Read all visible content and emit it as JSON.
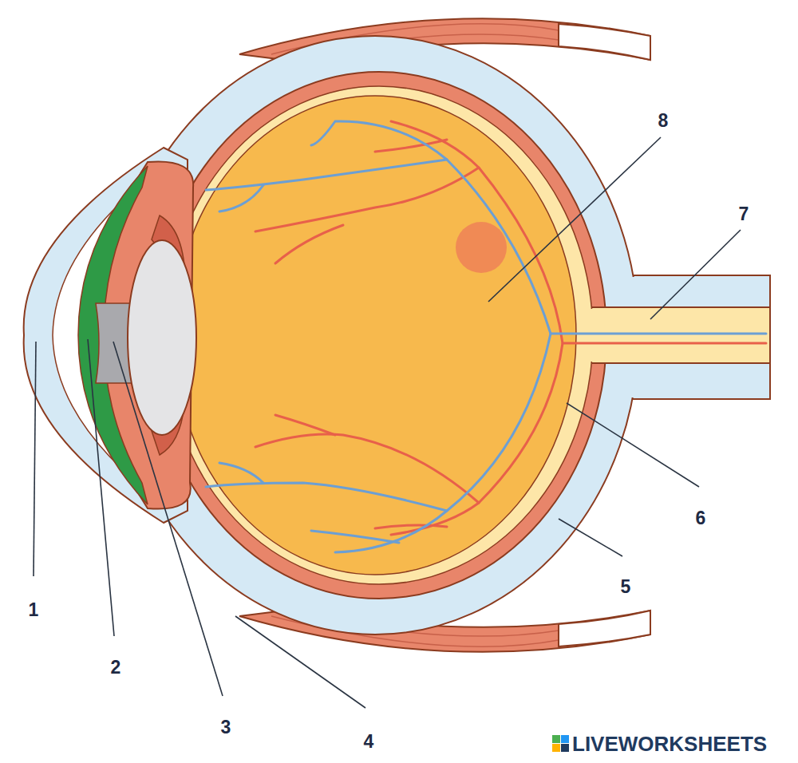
{
  "diagram": {
    "labels": [
      "8",
      "7",
      "6",
      "5",
      "1",
      "2",
      "3",
      "4",
      "LIVEWORKSHEETS"
    ]
  }
}
